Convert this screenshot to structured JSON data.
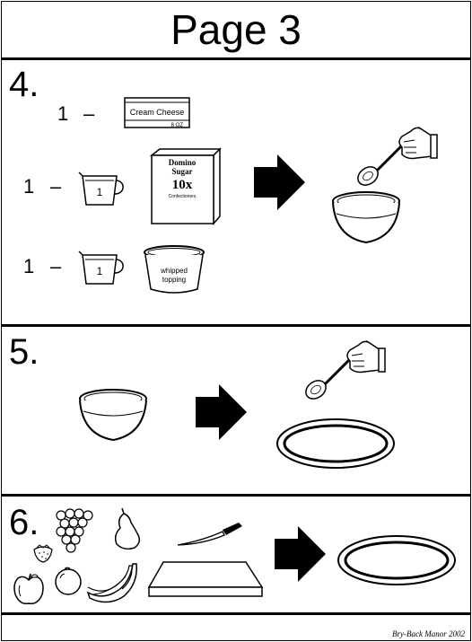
{
  "page": {
    "title": "Page 3",
    "credit": "Bry-Back Manor 2002"
  },
  "step4": {
    "number": "4.",
    "rows": [
      {
        "qty": "1",
        "dash": "–",
        "item": "cream-cheese",
        "label": "Cream Cheese",
        "size": "8 OZ"
      },
      {
        "qty": "1",
        "dash": "–",
        "cup": "1",
        "item": "sugar-box",
        "brand_line1": "Domino",
        "brand_line2": "Sugar",
        "brand_line3": "10x",
        "brand_line4": "Confectioners"
      },
      {
        "qty": "1",
        "dash": "–",
        "cup": "1",
        "item": "whipped-topping",
        "label_line1": "whipped",
        "label_line2": "topping"
      }
    ]
  },
  "step5": {
    "number": "5."
  },
  "step6": {
    "number": "6."
  }
}
